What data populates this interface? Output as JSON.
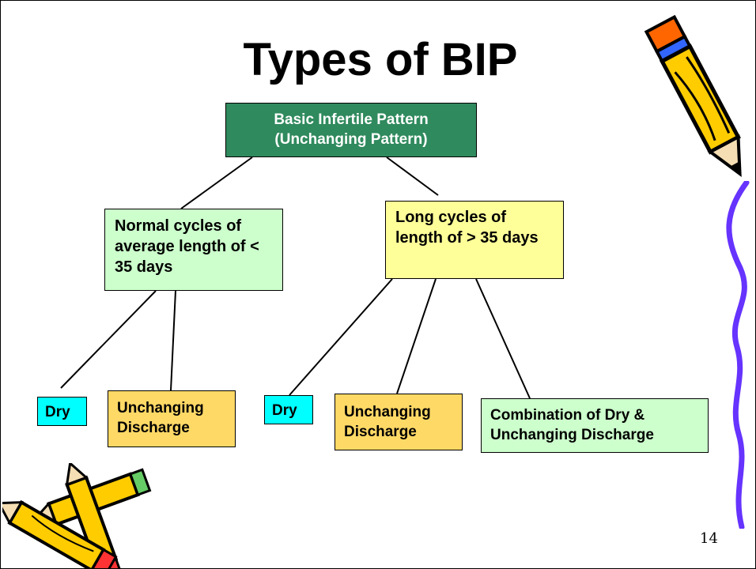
{
  "slide": {
    "title": "Types of BIP",
    "page_number": "14"
  },
  "tree": {
    "root": {
      "line1": "Basic Infertile Pattern",
      "line2": "(Unchanging Pattern)"
    },
    "normal": {
      "label": "Normal cycles of average length of < 35 days"
    },
    "long": {
      "label": "Long cycles of length of > 35 days"
    },
    "normal_children": [
      {
        "label": "Dry"
      },
      {
        "label": "Unchanging Discharge"
      }
    ],
    "long_children": [
      {
        "label": "Dry"
      },
      {
        "label": "Unchanging Discharge"
      },
      {
        "label": "Combination of Dry & Unchanging Discharge"
      }
    ]
  },
  "colors": {
    "root_fill": "#2f8a5d",
    "branch_green": "#ccffcc",
    "branch_yellow": "#ffff99",
    "leaf_cyan": "#00ffff",
    "leaf_orange": "#ffd966",
    "squiggle": "#6633ff",
    "pencil": "#ffcc00"
  },
  "decorations": [
    "pencil-icon",
    "crossed-pencils-icon",
    "wavy-line"
  ]
}
